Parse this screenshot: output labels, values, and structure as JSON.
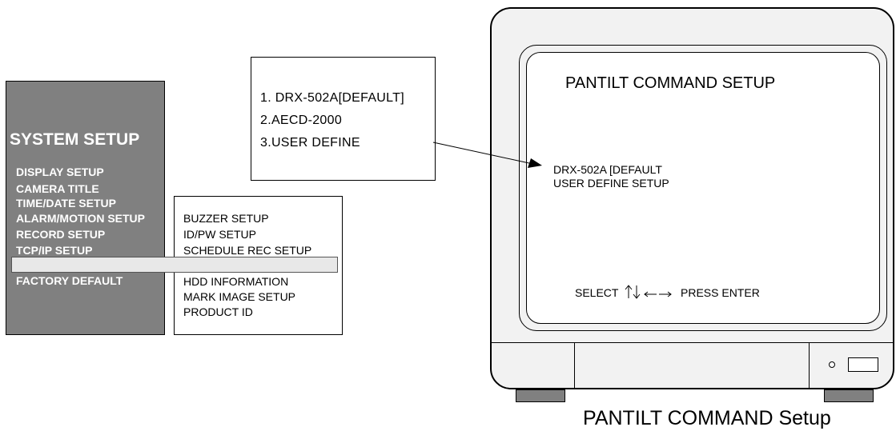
{
  "system_menu": {
    "title": "SYSTEM SETUP",
    "items": [
      "DISPLAY SETUP",
      "CAMERA TITLE",
      "TIME/DATE SETUP",
      "ALARM/MOTION SETUP",
      "RECORD SETUP",
      "TCP/IP SETUP",
      "FACTORY DEFAULT"
    ]
  },
  "sub_menu": {
    "items": [
      "BUZZER SETUP",
      "ID/PW SETUP",
      "SCHEDULE REC SETUP",
      "HDD INFORMATION",
      "MARK IMAGE SETUP",
      "PRODUCT ID"
    ]
  },
  "protocol_list": {
    "items": [
      "1. DRX-502A[DEFAULT]",
      "2.AECD-2000",
      "3.USER DEFINE"
    ]
  },
  "monitor_screen": {
    "title": "PANTILT COMMAND SETUP",
    "items": [
      "DRX-502A [DEFAULT",
      "USER DEFINE SETUP"
    ],
    "hint_select": "SELECT",
    "hint_press": "PRESS ENTER"
  },
  "caption": "PANTILT COMMAND Setup",
  "colors": {
    "panel_gray": "#808080",
    "highlight_bar": "#e8e8e8",
    "monitor_body": "#f2f2f2"
  }
}
